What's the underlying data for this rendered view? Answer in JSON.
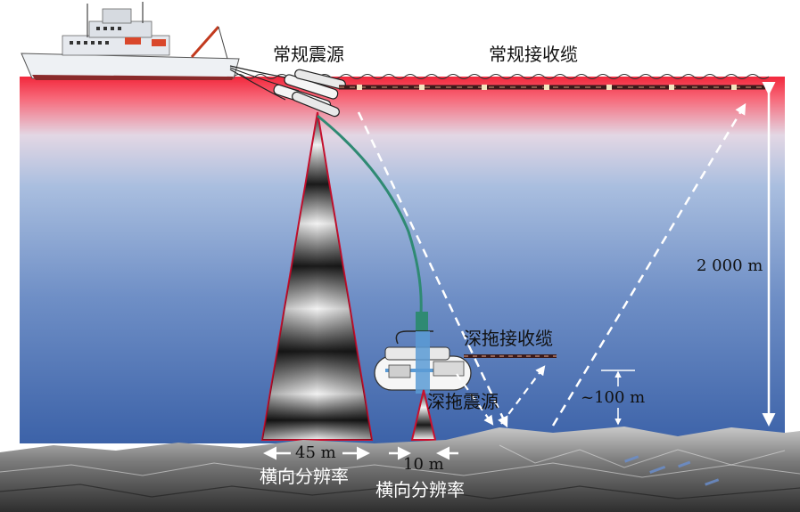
{
  "labels": {
    "conventional_source": "常规震源",
    "conventional_streamer": "常规接收缆",
    "deeptow_streamer": "深拖接收缆",
    "deeptow_source": "深拖震源",
    "depth_2000": "2 000 m",
    "depth_100": "~100 m",
    "width_45": "45 m",
    "width_10": "10 m",
    "lateral_res_1": "横向分辨率",
    "lateral_res_2": "横向分辨率"
  },
  "colors": {
    "surface_red": "#f2283c",
    "deep_blue": "#3c62a8",
    "cone_edge": "#c8102e",
    "tow_cable": "#2f8a73",
    "ray": "#ffffff"
  }
}
